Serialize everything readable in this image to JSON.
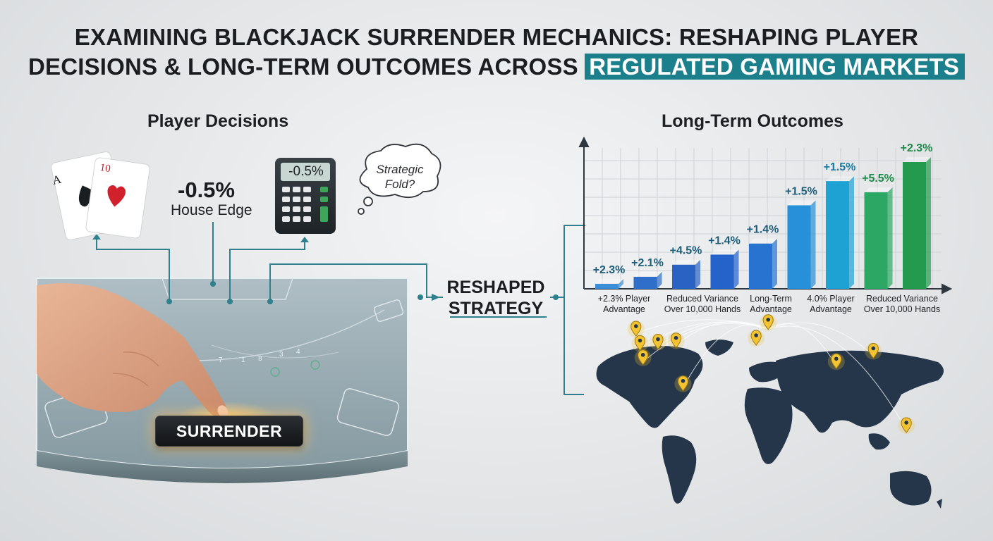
{
  "title": {
    "line1": "EXAMINING BLACKJACK SURRENDER MECHANICS: RESHAPING PLAYER",
    "line2_plain": "DECISIONS & LONG-TERM OUTCOMES ACROSS",
    "line2_highlight": "REGULATED GAMING MARKETS"
  },
  "player_decisions": {
    "heading": "Player Decisions",
    "house_edge_value": "-0.5%",
    "house_edge_label": "House Edge",
    "calculator_display": "-0.5%",
    "thought_line1": "Strategic",
    "thought_line2": "Fold?",
    "card_ace_rank": "A",
    "card_ten_rank": "10",
    "surrender_button": "SURRENDER",
    "table_markings": [
      "7",
      "1",
      "8",
      "3",
      "4"
    ]
  },
  "center": {
    "line1": "RESHAPED",
    "line2": "STRATEGY"
  },
  "long_term": {
    "heading": "Long-Term Outcomes"
  },
  "chart_data": {
    "type": "bar",
    "title": "Long-Term Outcomes",
    "categories": [
      "+2.3% Player Advantage",
      "Reduced Variance Over 10,000 Hands",
      "Long-Term Advantage",
      "4.0% Player Advantage",
      "Reduced Variance Over 10,000 Hands"
    ],
    "category_lines": [
      [
        "+2.3% Player",
        "Advantage"
      ],
      [
        "Reduced Variance",
        "Over 10,000 Hands"
      ],
      [
        "Long-Term",
        "Advantage"
      ],
      [
        "4.0% Player",
        "Advantage"
      ],
      [
        "Reduced Variance",
        "Over 10,000 Hands"
      ]
    ],
    "bars": [
      {
        "label": "+2.3%",
        "value": 0.5,
        "color": "#3c8fd6"
      },
      {
        "label": "+2.1%",
        "value": 1.2,
        "color": "#2f6fc9"
      },
      {
        "label": "+4.5%",
        "value": 2.4,
        "color": "#2a62c4"
      },
      {
        "label": "+1.4%",
        "value": 3.4,
        "color": "#2562c9"
      },
      {
        "label": "+1.4%",
        "value": 4.5,
        "color": "#2773cf"
      },
      {
        "label": "+1.5%",
        "value": 8.3,
        "color": "#2790d8"
      },
      {
        "label": "+1.5%",
        "value": 10.7,
        "color": "#1ea2d4"
      },
      {
        "label": "+5.5%",
        "value": 9.6,
        "color": "#2da864"
      },
      {
        "label": "+2.3%",
        "value": 12.6,
        "color": "#239a4e"
      }
    ],
    "label_colors": [
      "#1d5e7a",
      "#1d5e7a",
      "#1d5e7a",
      "#1d5e7a",
      "#1d5e7a",
      "#1d5e7a",
      "#1b7aa0",
      "#1f8a4a",
      "#1f8a4a"
    ],
    "ylim": [
      0,
      14
    ],
    "grid": true,
    "xlabel": "",
    "ylabel": ""
  },
  "map": {
    "pins": [
      {
        "lon": -122,
        "lat": 47
      },
      {
        "lon": -118,
        "lat": 36
      },
      {
        "lon": -100,
        "lat": 37
      },
      {
        "lon": -82,
        "lat": 38
      },
      {
        "lon": -115,
        "lat": 25
      },
      {
        "lon": -75,
        "lat": 5
      },
      {
        "lon": 10,
        "lat": 52
      },
      {
        "lon": -2,
        "lat": 40
      },
      {
        "lon": 78,
        "lat": 22
      },
      {
        "lon": 115,
        "lat": 30
      },
      {
        "lon": 148,
        "lat": -27
      }
    ],
    "hub": {
      "lon": 10,
      "lat": 50
    },
    "pin_color": "#f3c332"
  },
  "colors": {
    "accent_teal": "#1c7f8c",
    "connector": "#2f7f8c"
  }
}
